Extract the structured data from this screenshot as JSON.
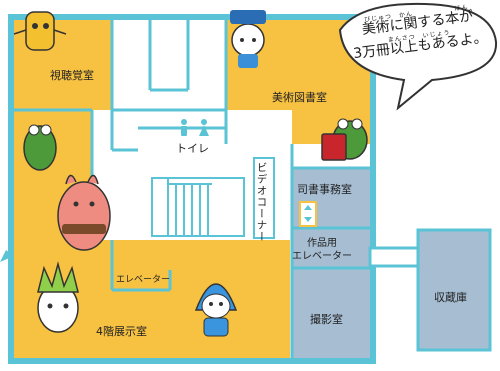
{
  "rooms": {
    "av_room": "視聴覚室",
    "art_library": "美術図書室",
    "toilet": "トイレ",
    "video_corner": "ビデオコーナー",
    "librarian_office": "司書事務室",
    "artwork_elevator": "作品用\nエレベーター",
    "elevator": "エレベーター",
    "exhibition_room": "4階展示室",
    "photo_studio": "撮影室",
    "storage": "収蔵庫"
  },
  "speech_bubble": {
    "line1_ruby": "びじゅつ　かん　　　　　　ほん",
    "line1": "美術に関する本が",
    "line2_ruby": "まんさつ　いじょう",
    "line2": "3万冊以上もあるよ。"
  },
  "colors": {
    "wall": "#5bc3d6",
    "room_yellow": "#f7c242",
    "room_blue": "#a6bdd2",
    "corridor": "#ffffff"
  }
}
